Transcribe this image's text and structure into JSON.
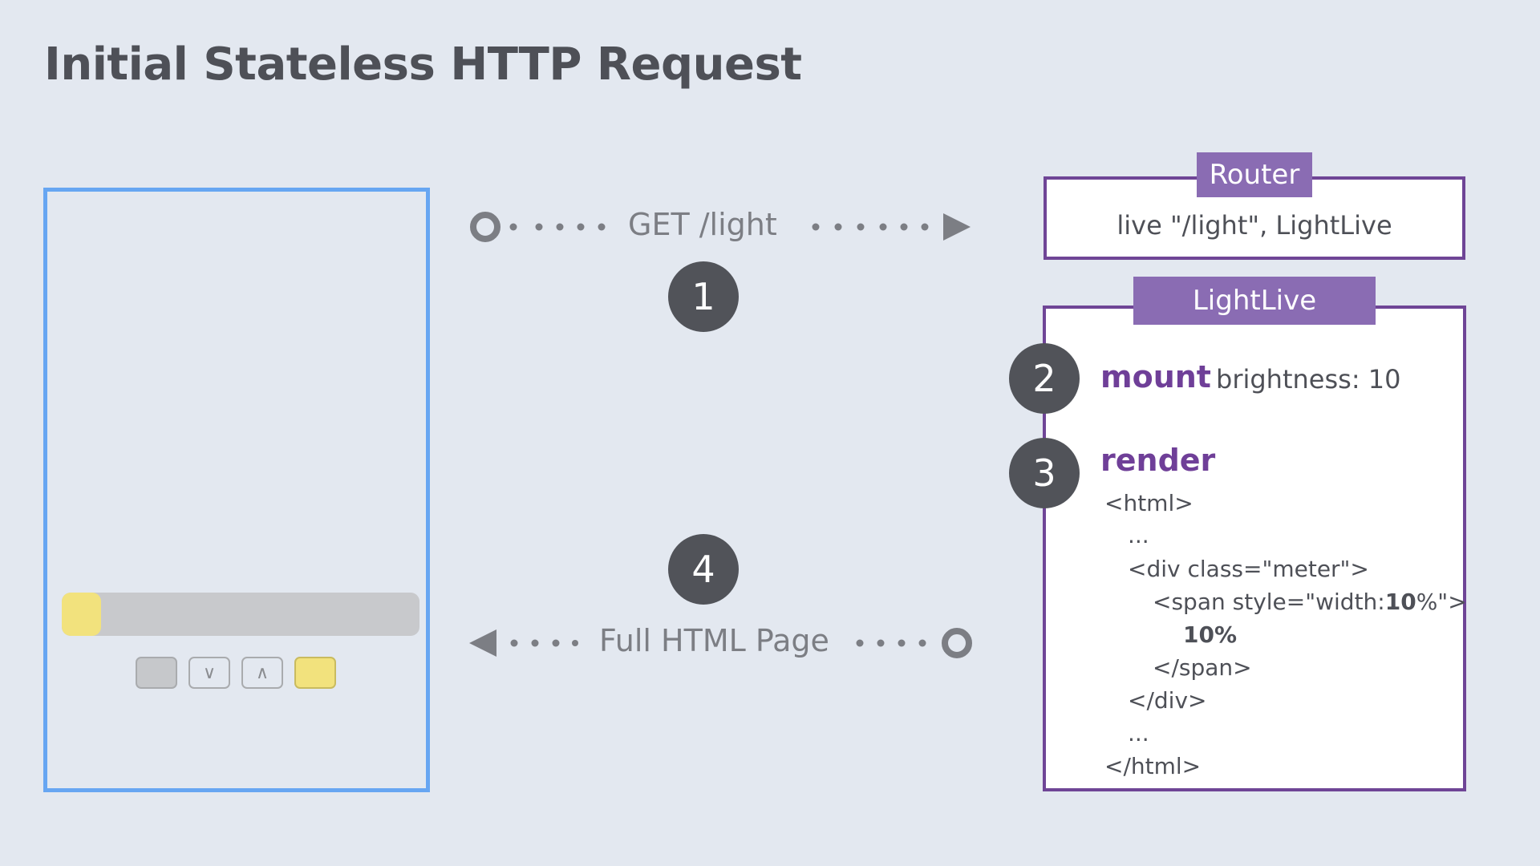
{
  "title": "Initial Stateless HTTP Request",
  "browser": {
    "meter_fraction": 0.11,
    "buttons": {
      "off": "",
      "down": "∨",
      "up": "∧",
      "on": ""
    }
  },
  "request": {
    "label": "GET  /light",
    "step": "1"
  },
  "response": {
    "label": "Full HTML Page",
    "step": "4"
  },
  "router": {
    "tab": "Router",
    "route": "live \"/light\", LightLive"
  },
  "lightlive": {
    "tab": "LightLive",
    "mount": {
      "step": "2",
      "keyword": "mount",
      "assign": "brightness: 10"
    },
    "render": {
      "step": "3",
      "keyword": "render",
      "code": {
        "line1": "<html>",
        "line2": "...",
        "line3": "<div class=\"meter\">",
        "line4_pre": "<span style=\"width:",
        "line4_bold": "10",
        "line4_post": "%\">",
        "line5": "10%",
        "line6": "</span>",
        "line7": "</div>",
        "line8": "...",
        "line9": "</html>"
      }
    }
  },
  "colors": {
    "background": "#e3e8f0",
    "browser_border": "#67a6f2",
    "purple_border": "#6f4596",
    "purple_tab": "#8a6cb3",
    "keyword": "#6f3f98",
    "badge": "#515359",
    "meter_on": "#f2e27d",
    "meter_track": "#c8c9cc",
    "arrow": "#7c7e84"
  }
}
